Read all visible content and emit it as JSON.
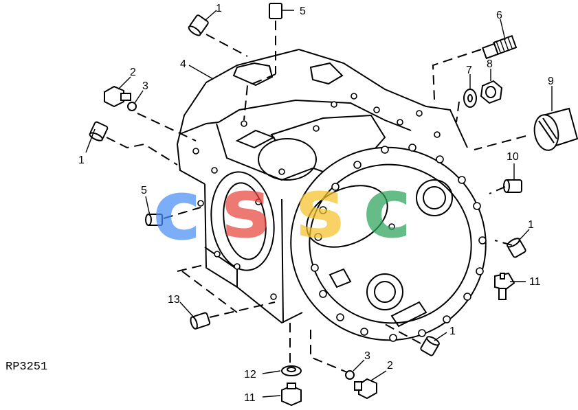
{
  "diagram": {
    "code": "RP3251",
    "watermark_letters": [
      "c",
      "s",
      "s",
      "c"
    ],
    "watermark_colors": [
      "#4a8ef5",
      "#e8453c",
      "#f6c22b",
      "#2aa35a"
    ],
    "callouts": [
      {
        "id": "c1a",
        "label": "1"
      },
      {
        "id": "c5a",
        "label": "5"
      },
      {
        "id": "c6",
        "label": "6"
      },
      {
        "id": "c4",
        "label": "4"
      },
      {
        "id": "c2a",
        "label": "2"
      },
      {
        "id": "c3a",
        "label": "3"
      },
      {
        "id": "c7",
        "label": "7"
      },
      {
        "id": "c8",
        "label": "8"
      },
      {
        "id": "c9",
        "label": "9"
      },
      {
        "id": "c1b",
        "label": "1"
      },
      {
        "id": "c10",
        "label": "10"
      },
      {
        "id": "c5b",
        "label": "5"
      },
      {
        "id": "c1c",
        "label": "1"
      },
      {
        "id": "c11a",
        "label": "11"
      },
      {
        "id": "c13",
        "label": "13"
      },
      {
        "id": "c1d",
        "label": "1"
      },
      {
        "id": "c3b",
        "label": "3"
      },
      {
        "id": "c2b",
        "label": "2"
      },
      {
        "id": "c12",
        "label": "12"
      },
      {
        "id": "c11b",
        "label": "11"
      }
    ]
  }
}
